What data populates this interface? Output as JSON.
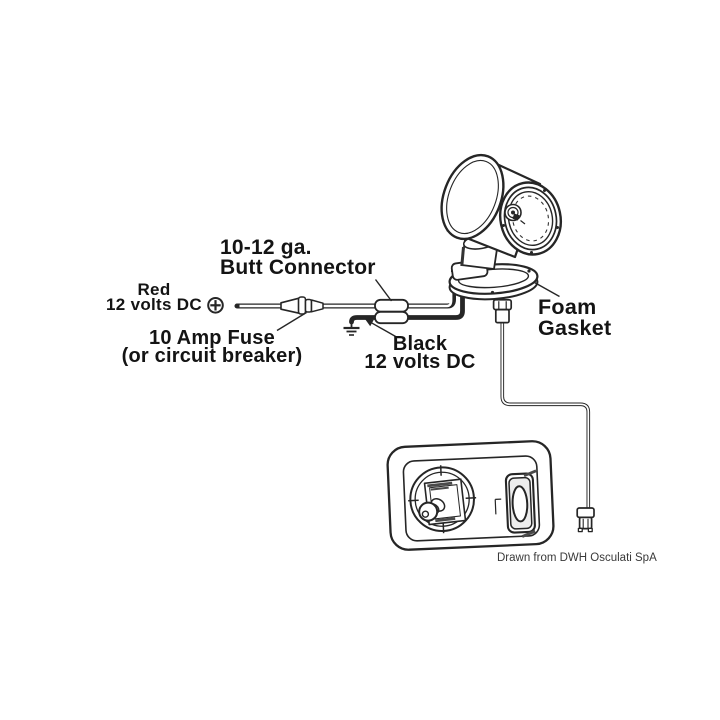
{
  "page": {
    "background": "#ffffff",
    "line_color": "#262626",
    "text_color": "#141414",
    "credit_color": "#3a3a3a"
  },
  "diagram": {
    "labels": {
      "butt_connector": {
        "line1": "10-12 ga.",
        "line2": "Butt Connector"
      },
      "red_wire": {
        "line1": "Red",
        "line2": "12 volts DC",
        "terminal_symbol": "⊕",
        "terminal_icon": "circle-plus"
      },
      "fuse": {
        "line1": "10 Amp Fuse",
        "line2": "(or circuit breaker)"
      },
      "black_wire": {
        "line1": "Black",
        "line2": "12 volts DC"
      },
      "foam_gasket": {
        "line1": "Foam",
        "line2": "Gasket"
      }
    },
    "parts": {
      "searchlight": "remote-controlled searchlight",
      "control_panel": "remote control panel with joystick and rocker switch",
      "remote_cable": "modular cable with RJ plugs"
    },
    "credit": "Drawn from DWH Osculati SpA"
  }
}
